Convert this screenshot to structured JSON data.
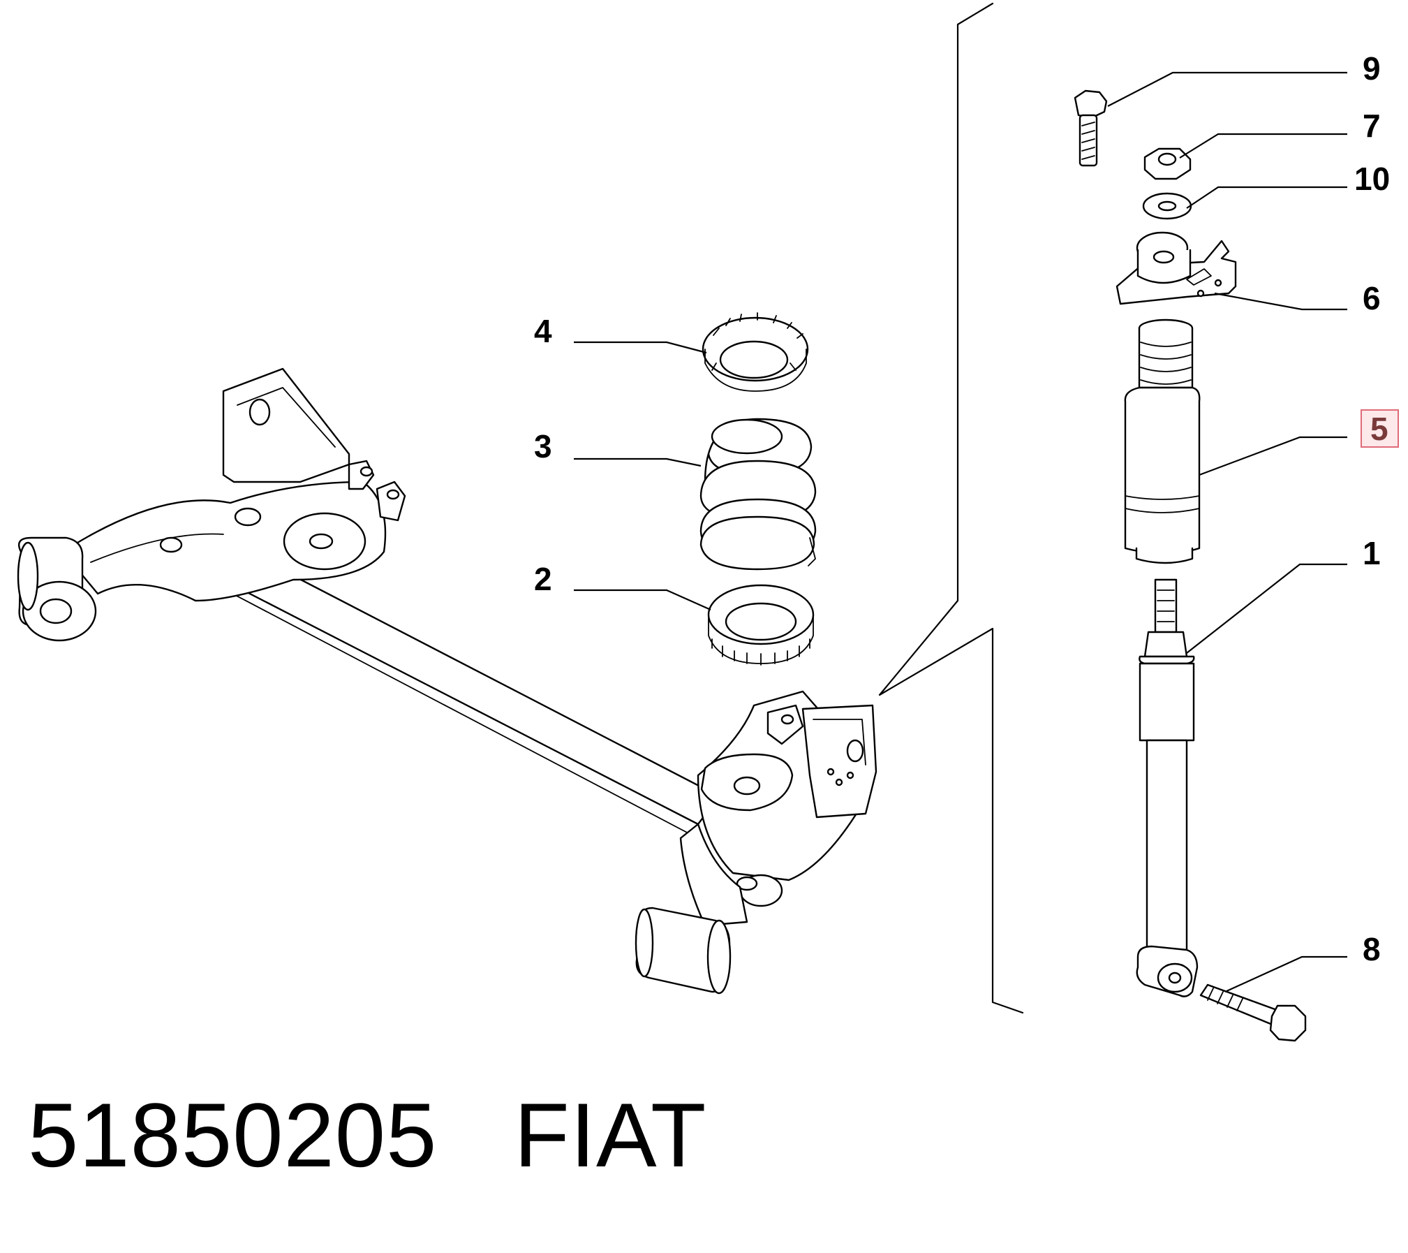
{
  "diagram": {
    "callouts": {
      "c1": "1",
      "c2": "2",
      "c3": "3",
      "c4": "4",
      "c5": "5",
      "c6": "6",
      "c7": "7",
      "c8": "8",
      "c9": "9",
      "c10": "10"
    },
    "highlighted_callout": "5",
    "highlight_color": "#e06a78"
  },
  "caption": {
    "part_number": "51850205",
    "brand": "FIAT"
  }
}
